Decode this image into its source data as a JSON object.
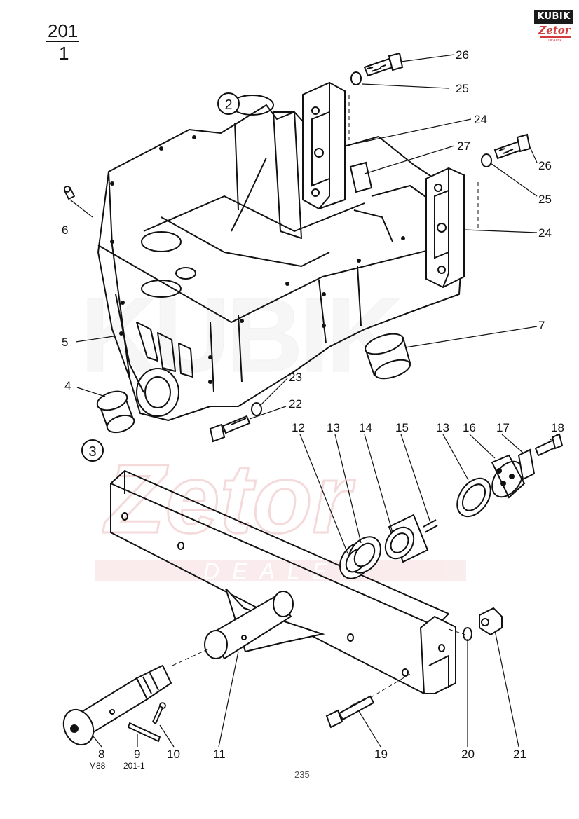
{
  "header": {
    "group": "201",
    "subgroup": "1"
  },
  "logo": {
    "brand": "KUBIK",
    "sub": "Zetor",
    "tag": "DEALER"
  },
  "watermark": {
    "brand": "KUBIK",
    "sub": "Zetor",
    "tag": "DEALER",
    "color": "#e8b9b9"
  },
  "assembly_markers": [
    "2",
    "3"
  ],
  "callouts": [
    {
      "id": "c26a",
      "label": "26"
    },
    {
      "id": "c25a",
      "label": "25"
    },
    {
      "id": "c24a",
      "label": "24"
    },
    {
      "id": "c27",
      "label": "27"
    },
    {
      "id": "c26b",
      "label": "26"
    },
    {
      "id": "c25b",
      "label": "25"
    },
    {
      "id": "c24b",
      "label": "24"
    },
    {
      "id": "c6",
      "label": "6"
    },
    {
      "id": "c7",
      "label": "7"
    },
    {
      "id": "c5",
      "label": "5"
    },
    {
      "id": "c4",
      "label": "4"
    },
    {
      "id": "c23",
      "label": "23"
    },
    {
      "id": "c22",
      "label": "22"
    },
    {
      "id": "c12",
      "label": "12"
    },
    {
      "id": "c13a",
      "label": "13"
    },
    {
      "id": "c14",
      "label": "14"
    },
    {
      "id": "c15",
      "label": "15"
    },
    {
      "id": "c13b",
      "label": "13"
    },
    {
      "id": "c16",
      "label": "16"
    },
    {
      "id": "c17",
      "label": "17"
    },
    {
      "id": "c18",
      "label": "18"
    },
    {
      "id": "c8",
      "label": "8"
    },
    {
      "id": "c9",
      "label": "9"
    },
    {
      "id": "c10",
      "label": "10"
    },
    {
      "id": "c11",
      "label": "11"
    },
    {
      "id": "c19",
      "label": "19"
    },
    {
      "id": "c20",
      "label": "20"
    },
    {
      "id": "c21",
      "label": "21"
    }
  ],
  "footer": {
    "ref_left": "M88",
    "ref_right": "201-1",
    "page": "235"
  }
}
